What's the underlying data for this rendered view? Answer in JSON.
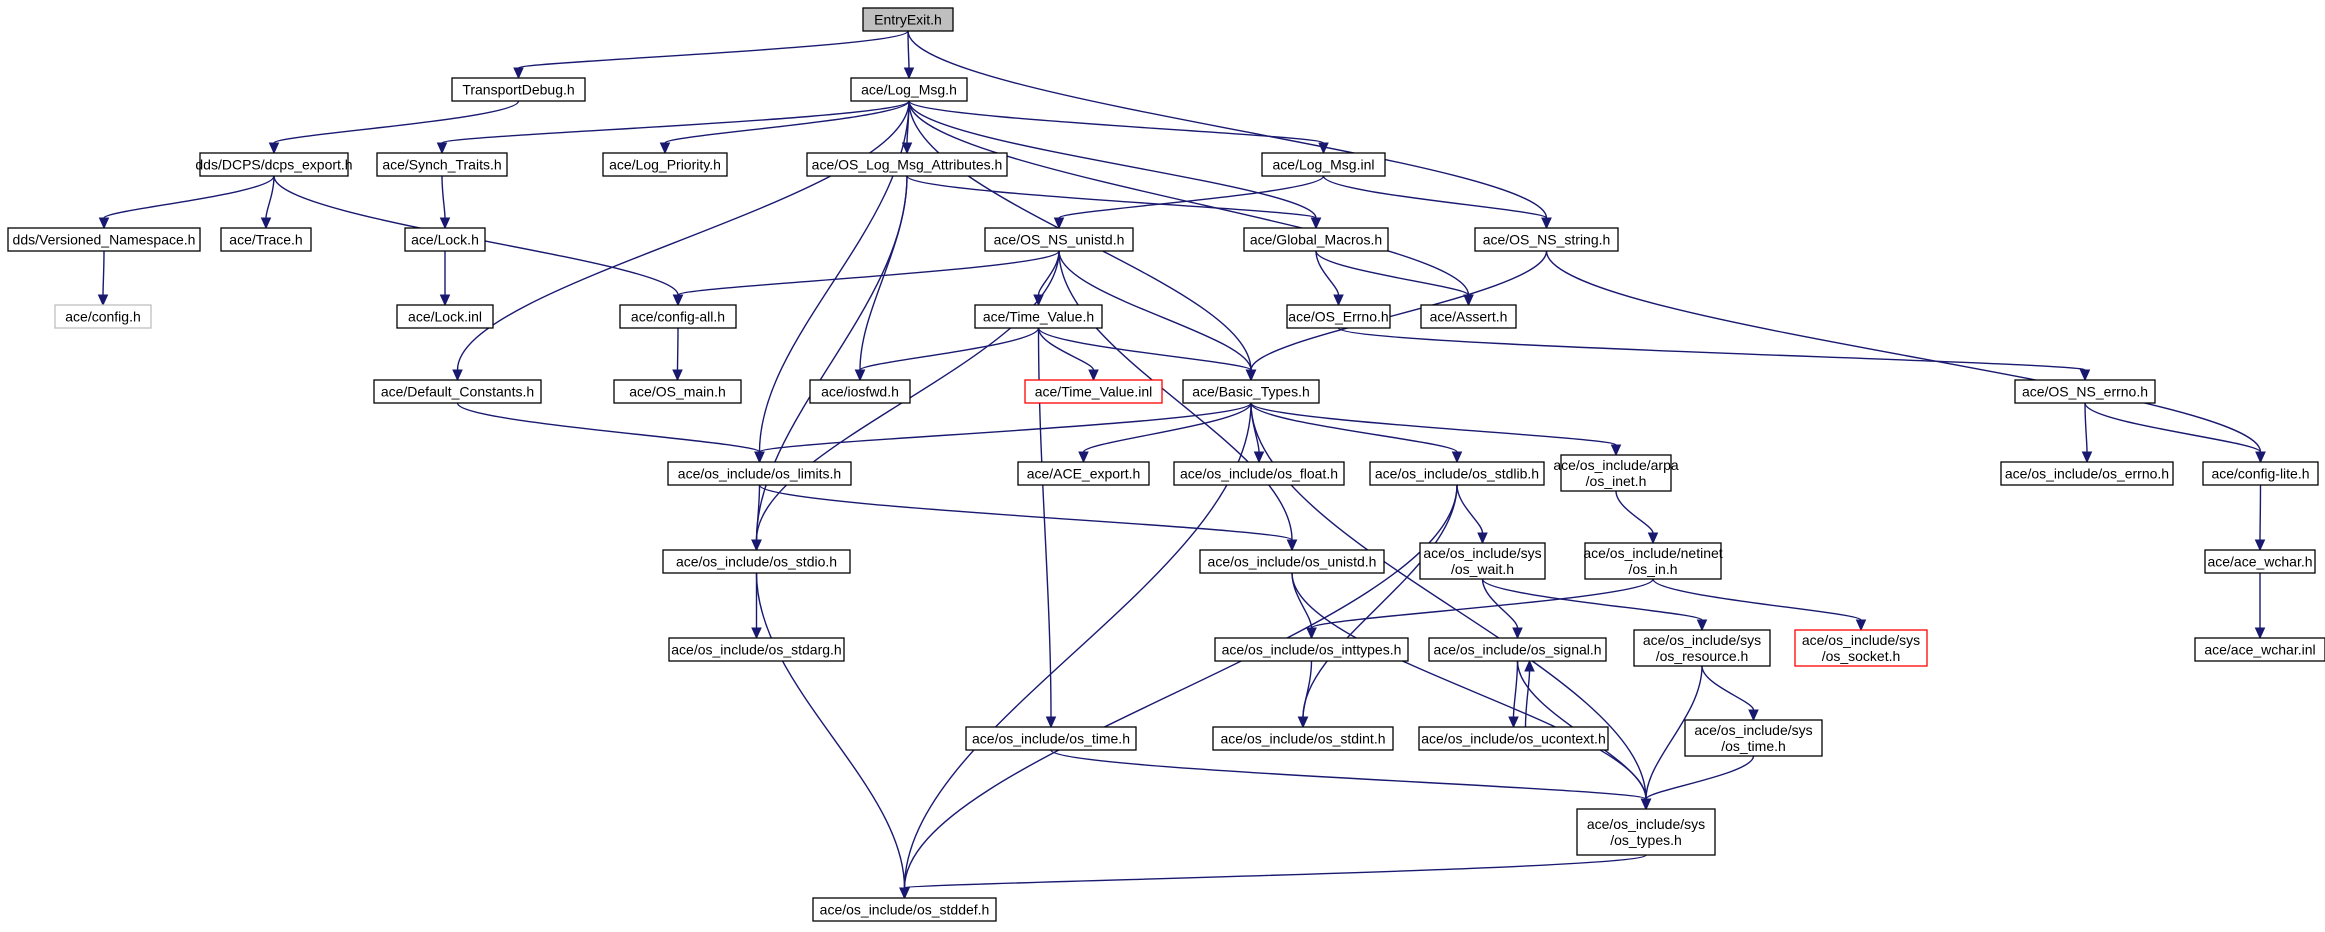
{
  "nodes": [
    {
      "id": "entryexit",
      "label": [
        "EntryExit.h"
      ],
      "style": "root"
    },
    {
      "id": "transportdebug",
      "label": [
        "TransportDebug.h"
      ]
    },
    {
      "id": "logmsg",
      "label": [
        "ace/Log_Msg.h"
      ]
    },
    {
      "id": "dcps_export",
      "label": [
        "dds/DCPS/dcps_export.h"
      ]
    },
    {
      "id": "synch_traits",
      "label": [
        "ace/Synch_Traits.h"
      ]
    },
    {
      "id": "log_priority",
      "label": [
        "ace/Log_Priority.h"
      ]
    },
    {
      "id": "os_log_msg_attr",
      "label": [
        "ace/OS_Log_Msg_Attributes.h"
      ]
    },
    {
      "id": "log_msg_inl",
      "label": [
        "ace/Log_Msg.inl"
      ]
    },
    {
      "id": "versioned_ns",
      "label": [
        "dds/Versioned_Namespace.h"
      ]
    },
    {
      "id": "trace",
      "label": [
        "ace/Trace.h"
      ]
    },
    {
      "id": "lock",
      "label": [
        "ace/Lock.h"
      ]
    },
    {
      "id": "os_ns_unistd",
      "label": [
        "ace/OS_NS_unistd.h"
      ]
    },
    {
      "id": "global_macros",
      "label": [
        "ace/Global_Macros.h"
      ]
    },
    {
      "id": "os_ns_string",
      "label": [
        "ace/OS_NS_string.h"
      ]
    },
    {
      "id": "config",
      "label": [
        "ace/config.h"
      ],
      "style": "grey"
    },
    {
      "id": "lock_inl",
      "label": [
        "ace/Lock.inl"
      ]
    },
    {
      "id": "config_all",
      "label": [
        "ace/config-all.h"
      ]
    },
    {
      "id": "time_value",
      "label": [
        "ace/Time_Value.h"
      ]
    },
    {
      "id": "os_errno",
      "label": [
        "ace/OS_Errno.h"
      ]
    },
    {
      "id": "assert",
      "label": [
        "ace/Assert.h"
      ]
    },
    {
      "id": "default_constants",
      "label": [
        "ace/Default_Constants.h"
      ]
    },
    {
      "id": "os_main",
      "label": [
        "ace/OS_main.h"
      ]
    },
    {
      "id": "iosfwd",
      "label": [
        "ace/iosfwd.h"
      ]
    },
    {
      "id": "time_value_inl",
      "label": [
        "ace/Time_Value.inl"
      ],
      "style": "red"
    },
    {
      "id": "basic_types",
      "label": [
        "ace/Basic_Types.h"
      ]
    },
    {
      "id": "os_ns_errno",
      "label": [
        "ace/OS_NS_errno.h"
      ]
    },
    {
      "id": "os_limits",
      "label": [
        "ace/os_include/os_limits.h"
      ]
    },
    {
      "id": "ace_export",
      "label": [
        "ace/ACE_export.h"
      ]
    },
    {
      "id": "os_float",
      "label": [
        "ace/os_include/os_float.h"
      ]
    },
    {
      "id": "os_stdlib",
      "label": [
        "ace/os_include/os_stdlib.h"
      ]
    },
    {
      "id": "arpa_inet",
      "label": [
        "ace/os_include/arpa",
        "/os_inet.h"
      ]
    },
    {
      "id": "os_include_errno",
      "label": [
        "ace/os_include/os_errno.h"
      ]
    },
    {
      "id": "config_lite",
      "label": [
        "ace/config-lite.h"
      ]
    },
    {
      "id": "os_stdio",
      "label": [
        "ace/os_include/os_stdio.h"
      ]
    },
    {
      "id": "os_unistd",
      "label": [
        "ace/os_include/os_unistd.h"
      ]
    },
    {
      "id": "sys_wait",
      "label": [
        "ace/os_include/sys",
        "/os_wait.h"
      ]
    },
    {
      "id": "netinet_in",
      "label": [
        "ace/os_include/netinet",
        "/os_in.h"
      ]
    },
    {
      "id": "ace_wchar",
      "label": [
        "ace/ace_wchar.h"
      ]
    },
    {
      "id": "os_stdarg",
      "label": [
        "ace/os_include/os_stdarg.h"
      ]
    },
    {
      "id": "os_inttypes",
      "label": [
        "ace/os_include/os_inttypes.h"
      ]
    },
    {
      "id": "os_signal",
      "label": [
        "ace/os_include/os_signal.h"
      ]
    },
    {
      "id": "sys_resource",
      "label": [
        "ace/os_include/sys",
        "/os_resource.h"
      ]
    },
    {
      "id": "sys_socket",
      "label": [
        "ace/os_include/sys",
        "/os_socket.h"
      ],
      "style": "red"
    },
    {
      "id": "ace_wchar_inl",
      "label": [
        "ace/ace_wchar.inl"
      ]
    },
    {
      "id": "os_time",
      "label": [
        "ace/os_include/os_time.h"
      ]
    },
    {
      "id": "os_stdint",
      "label": [
        "ace/os_include/os_stdint.h"
      ]
    },
    {
      "id": "os_ucontext",
      "label": [
        "ace/os_include/os_ucontext.h"
      ]
    },
    {
      "id": "sys_time",
      "label": [
        "ace/os_include/sys",
        "/os_time.h"
      ]
    },
    {
      "id": "sys_types",
      "label": [
        "ace/os_include/sys",
        "/os_types.h"
      ]
    },
    {
      "id": "os_stddef",
      "label": [
        "ace/os_include/os_stddef.h"
      ]
    }
  ],
  "edges": [
    [
      "entryexit",
      "transportdebug"
    ],
    [
      "entryexit",
      "logmsg"
    ],
    [
      "entryexit",
      "os_ns_string"
    ],
    [
      "transportdebug",
      "dcps_export"
    ],
    [
      "logmsg",
      "synch_traits"
    ],
    [
      "logmsg",
      "log_priority"
    ],
    [
      "logmsg",
      "os_log_msg_attr"
    ],
    [
      "logmsg",
      "log_msg_inl"
    ],
    [
      "logmsg",
      "global_macros"
    ],
    [
      "logmsg",
      "assert"
    ],
    [
      "logmsg",
      "default_constants"
    ],
    [
      "logmsg",
      "os_limits"
    ],
    [
      "logmsg",
      "basic_types"
    ],
    [
      "dcps_export",
      "versioned_ns"
    ],
    [
      "dcps_export",
      "trace"
    ],
    [
      "dcps_export",
      "config_all"
    ],
    [
      "versioned_ns",
      "config"
    ],
    [
      "synch_traits",
      "lock"
    ],
    [
      "lock",
      "lock_inl"
    ],
    [
      "os_log_msg_attr",
      "iosfwd"
    ],
    [
      "os_log_msg_attr",
      "global_macros"
    ],
    [
      "os_log_msg_attr",
      "os_stdio"
    ],
    [
      "log_msg_inl",
      "os_ns_unistd"
    ],
    [
      "log_msg_inl",
      "os_ns_string"
    ],
    [
      "os_ns_unistd",
      "config_all"
    ],
    [
      "os_ns_unistd",
      "time_value"
    ],
    [
      "os_ns_unistd",
      "basic_types"
    ],
    [
      "os_ns_unistd",
      "os_stdio"
    ],
    [
      "os_ns_unistd",
      "os_unistd"
    ],
    [
      "global_macros",
      "os_errno"
    ],
    [
      "global_macros",
      "assert"
    ],
    [
      "os_ns_string",
      "basic_types"
    ],
    [
      "os_ns_string",
      "config_lite"
    ],
    [
      "config_all",
      "os_main"
    ],
    [
      "time_value",
      "iosfwd"
    ],
    [
      "time_value",
      "time_value_inl"
    ],
    [
      "time_value",
      "basic_types"
    ],
    [
      "time_value",
      "os_time"
    ],
    [
      "os_errno",
      "os_ns_errno"
    ],
    [
      "default_constants",
      "os_limits"
    ],
    [
      "basic_types",
      "os_limits"
    ],
    [
      "basic_types",
      "ace_export"
    ],
    [
      "basic_types",
      "os_float"
    ],
    [
      "basic_types",
      "os_stdlib"
    ],
    [
      "basic_types",
      "arpa_inet"
    ],
    [
      "basic_types",
      "os_stddef"
    ],
    [
      "basic_types",
      "sys_types"
    ],
    [
      "os_ns_errno",
      "os_include_errno"
    ],
    [
      "os_ns_errno",
      "config_lite"
    ],
    [
      "os_limits",
      "os_stdio"
    ],
    [
      "os_limits",
      "os_unistd"
    ],
    [
      "os_stdlib",
      "sys_wait"
    ],
    [
      "os_stdlib",
      "os_stdint"
    ],
    [
      "os_stdlib",
      "os_stddef"
    ],
    [
      "arpa_inet",
      "netinet_in"
    ],
    [
      "config_lite",
      "ace_wchar"
    ],
    [
      "ace_wchar",
      "ace_wchar_inl"
    ],
    [
      "os_stdio",
      "os_stdarg"
    ],
    [
      "os_stdio",
      "os_stddef"
    ],
    [
      "os_unistd",
      "os_inttypes"
    ],
    [
      "os_unistd",
      "sys_types"
    ],
    [
      "sys_wait",
      "os_signal"
    ],
    [
      "sys_wait",
      "sys_resource"
    ],
    [
      "netinet_in",
      "os_inttypes"
    ],
    [
      "netinet_in",
      "sys_socket"
    ],
    [
      "os_inttypes",
      "os_stdint"
    ],
    [
      "os_signal",
      "os_ucontext"
    ],
    [
      "os_signal",
      "sys_types"
    ],
    [
      "os_ucontext",
      "os_signal"
    ],
    [
      "sys_resource",
      "sys_time"
    ],
    [
      "sys_resource",
      "sys_types"
    ],
    [
      "os_time",
      "sys_types"
    ],
    [
      "sys_time",
      "sys_types"
    ],
    [
      "sys_types",
      "os_stddef"
    ]
  ],
  "colors": {
    "edge": "#191970",
    "root_fill": "#bfbfbf",
    "node_border": "#000000",
    "incomplete_border": "#ff0000",
    "undocumented_border": "#bfbfbf"
  }
}
